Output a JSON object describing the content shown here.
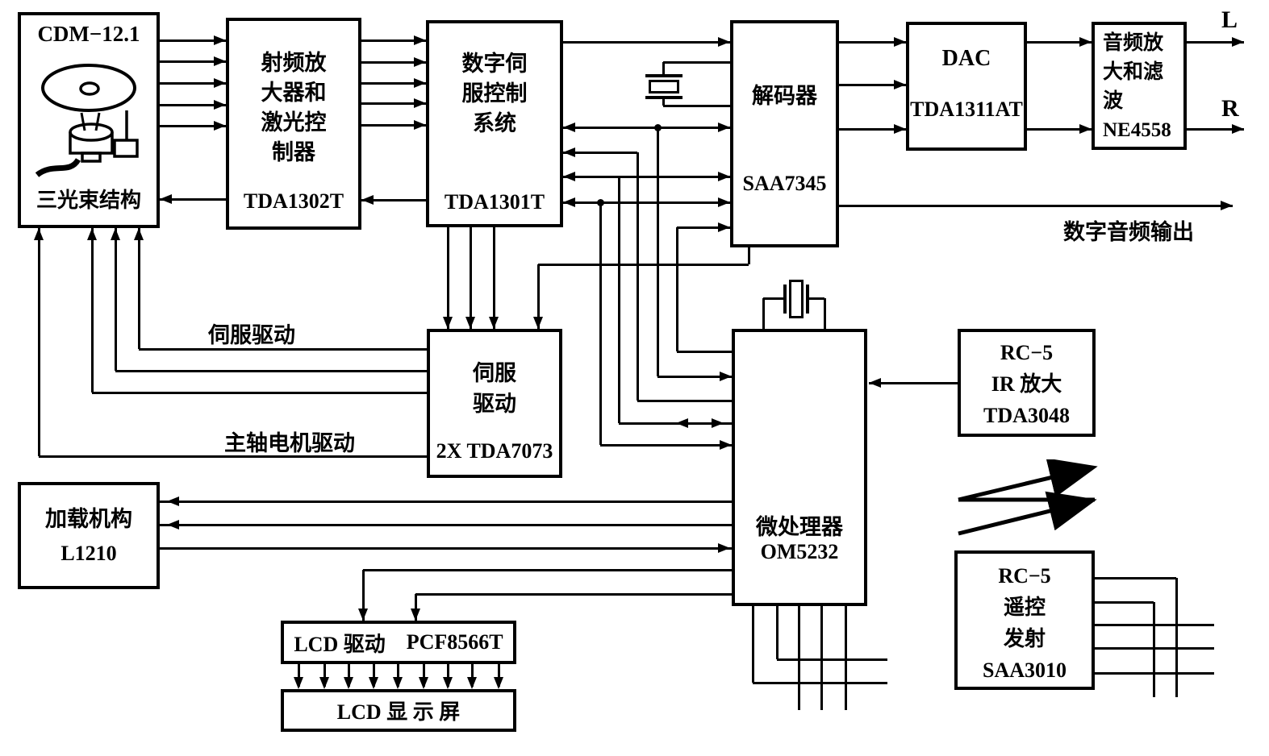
{
  "diagram": {
    "blocks": {
      "cdm": {
        "title": "CDM−12.1",
        "caption": "三光束结构"
      },
      "rf": {
        "lines": [
          "射频放",
          "大器和",
          "激光控",
          "制器"
        ],
        "part": "TDA1302T"
      },
      "servo_ctrl": {
        "lines": [
          "数字伺",
          "服控制",
          "系统"
        ],
        "part": "TDA1301T"
      },
      "decoder": {
        "name": "解码器",
        "part": "SAA7345"
      },
      "dac": {
        "name": "DAC",
        "part": "TDA1311AT"
      },
      "audio_amp": {
        "lines": [
          "音频放",
          "大和滤",
          "波"
        ],
        "part": "NE4558"
      },
      "servo_drive": {
        "lines": [
          "伺服",
          "驱动"
        ],
        "part": "2X  TDA7073"
      },
      "loader": {
        "name": "加载机构",
        "part": "L1210"
      },
      "mcu": {
        "name": "微处理器",
        "part": "OM5232"
      },
      "ir_amp": {
        "lines": [
          "RC−5",
          "IR  放大",
          "TDA3048"
        ]
      },
      "remote": {
        "lines": [
          "RC−5",
          "遥控",
          "发射",
          "SAA3010"
        ]
      },
      "lcd_driver": {
        "label": "LCD 驱动",
        "part": "PCF8566T"
      },
      "lcd_screen": {
        "label": "LCD 显 示 屏"
      }
    },
    "labels": {
      "out_left": "L",
      "out_right": "R",
      "digital_audio": "数字音频输出",
      "servo_drive_label": "伺服驱动",
      "spindle_label": "主轴电机驱动"
    },
    "colors": {
      "ink": "#000000",
      "paper": "#ffffff"
    }
  }
}
